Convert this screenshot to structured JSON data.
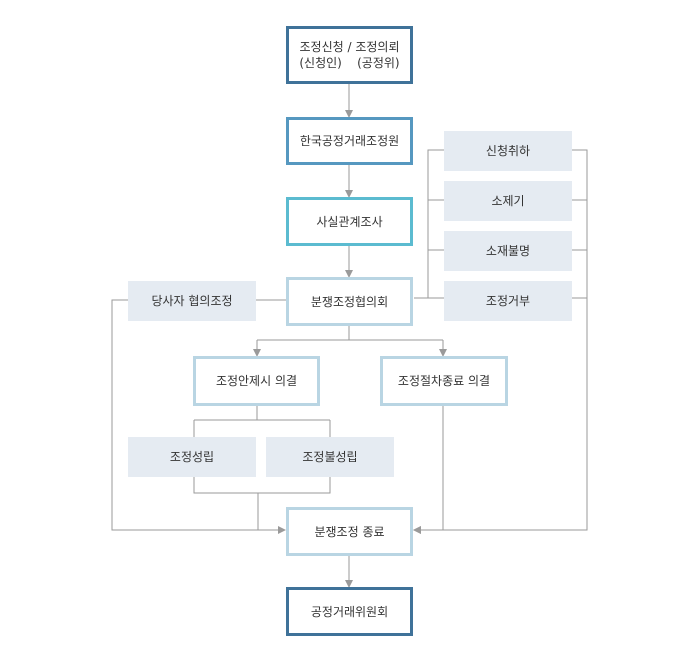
{
  "nodes": {
    "apply_line1": "조정신청 / 조정의뢰",
    "apply_line2": "(신청인)    (공정위)",
    "agency": "한국공정거래조정원",
    "investigation": "사실관계조사",
    "council": "분쟁조정협의회",
    "party_mediation": "당사자 협의조정",
    "withdraw": "신청취하",
    "lawsuit": "소제기",
    "unknown_address": "소재불명",
    "refusal": "조정거부",
    "proposal": "조정안제시 의결",
    "termination_decision": "조정절차종료 의결",
    "success": "조정성립",
    "failure": "조정불성립",
    "end": "분쟁조정 종료",
    "ftc": "공정거래위원회"
  },
  "colors": {
    "line": "#9a9a9a",
    "border_dark": "#3f7299",
    "border_medium": "#5698c0",
    "border_teal": "#5bbbd0",
    "border_light": "#b9d5e3",
    "side_fill": "#e5ebf2",
    "text": "#333333"
  }
}
